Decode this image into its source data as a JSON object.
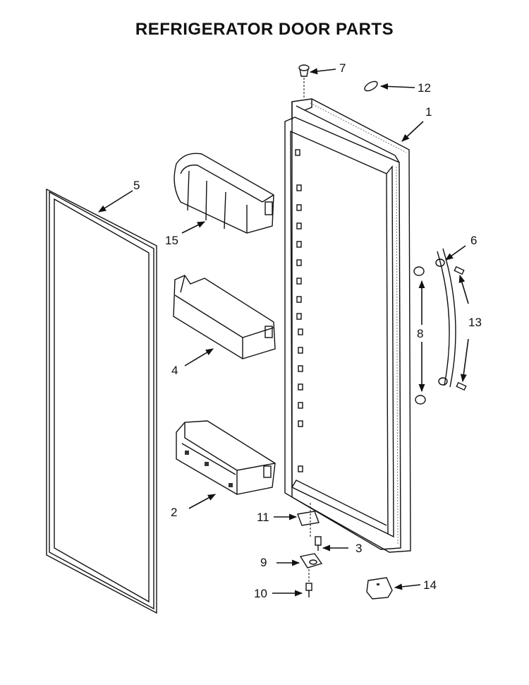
{
  "title": "REFRIGERATOR DOOR PARTS",
  "callouts": {
    "c1": "1",
    "c2": "2",
    "c3": "3",
    "c4": "4",
    "c5": "5",
    "c6": "6",
    "c7": "7",
    "c8": "8",
    "c9": "9",
    "c10": "10",
    "c11": "11",
    "c12": "12",
    "c13": "13",
    "c14": "14",
    "c15": "15"
  },
  "colors": {
    "line": "#111111",
    "fill": "#ffffff",
    "shade": "#d9d9d9",
    "dark": "#555555"
  }
}
